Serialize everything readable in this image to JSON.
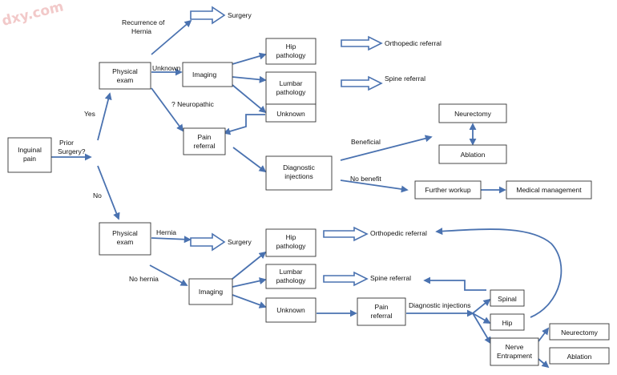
{
  "watermark": "dxy.com",
  "colors": {
    "arrow": "#4a72b0",
    "box_border": "#333333",
    "watermark": "#f2c9c9"
  },
  "nodes": {
    "inguinal_pain": [
      "Inguinal",
      "pain"
    ],
    "physical_exam_top": [
      "Physical",
      "exam"
    ],
    "imaging_top": [
      "Imaging"
    ],
    "pain_referral_top": [
      "Pain",
      "referral"
    ],
    "surgery_top": [
      "Surgery"
    ],
    "hip_top": [
      "Hip",
      "pathology"
    ],
    "lumbar_top": [
      "Lumbar",
      "pathology"
    ],
    "unknown_top": [
      "Unknown"
    ],
    "ortho_top": [
      "Orthopedic referral"
    ],
    "spine_top": [
      "Spine referral"
    ],
    "diag_injections": [
      "Diagnostic",
      "injections"
    ],
    "neurectomy_top": [
      "Neurectomy"
    ],
    "ablation_top": [
      "Ablation"
    ],
    "further_workup": [
      "Further workup"
    ],
    "medical_management": [
      "Medical management"
    ],
    "physical_exam_bottom": [
      "Physical",
      "exam"
    ],
    "surgery_bottom": [
      "Surgery"
    ],
    "imaging_bottom": [
      "Imaging"
    ],
    "hip_bottom": [
      "Hip",
      "pathology"
    ],
    "lumbar_bottom": [
      "Lumbar",
      "pathology"
    ],
    "unknown_bottom": [
      "Unknown"
    ],
    "ortho_bottom": [
      "Orthopedic referral"
    ],
    "spine_bottom": [
      "Spine referral"
    ],
    "pain_referral_bottom": [
      "Pain",
      "referral"
    ],
    "spinal": [
      "Spinal"
    ],
    "hip_small": [
      "Hip"
    ],
    "nerve_entrapment": [
      "Nerve",
      "Entrapment"
    ],
    "neurectomy_bottom": [
      "Neurectomy"
    ],
    "ablation_bottom": [
      "Ablation"
    ]
  },
  "edge_labels": {
    "prior_surgery": [
      "Prior",
      "Surgery?"
    ],
    "yes": [
      "Yes"
    ],
    "no": [
      "No"
    ],
    "recurrence": [
      "Recurrence of",
      "Hernia"
    ],
    "unknown_label": [
      "Unknown"
    ],
    "neuropathic": [
      "? Neuropathic"
    ],
    "beneficial": [
      "Beneficial"
    ],
    "no_benefit": [
      "No benefit"
    ],
    "hernia": [
      "Hernia"
    ],
    "no_hernia": [
      "No hernia"
    ],
    "diag_inj_label": [
      "Diagnostic injections"
    ]
  }
}
